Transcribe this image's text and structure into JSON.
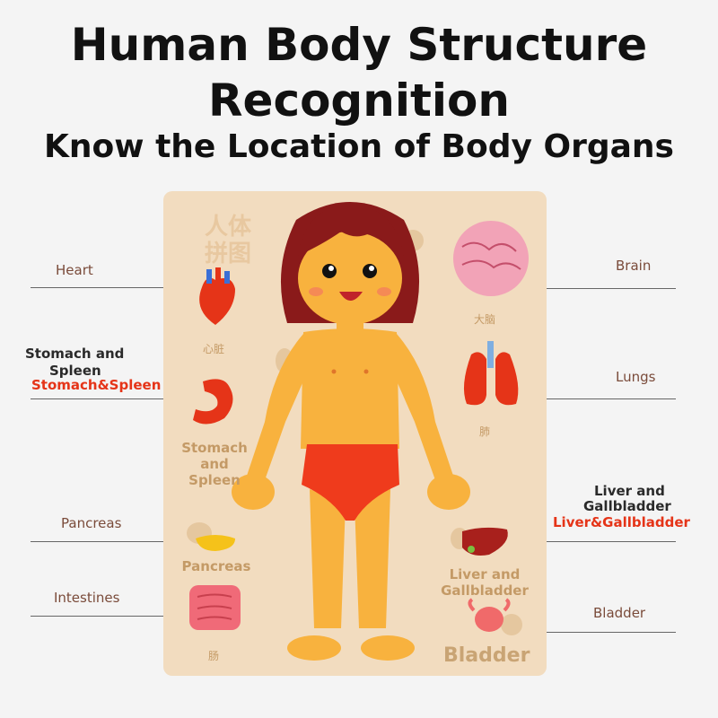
{
  "header": {
    "title_line1": "Human Body Structure",
    "title_line2": "Recognition",
    "subtitle": "Know the Location of Body Organs"
  },
  "board": {
    "logo_cn_1": "人体",
    "logo_cn_2": "拼图",
    "heart_cn": "心脏",
    "brain_cn": "大脑",
    "lungs_cn": "肺",
    "intestines_cn": "肠",
    "stomach_text": "Stomach\nand Spleen",
    "pancreas_text": "Pancreas",
    "liver_text": "Liver and\nGallbladder",
    "bladder_text": "Bladder"
  },
  "labels": {
    "heart": "Heart",
    "stomach_line1": "Stomach and",
    "stomach_line2": "Spleen",
    "stomach_red": "Stomach&Spleen",
    "pancreas": "Pancreas",
    "intestines": "Intestines",
    "brain": "Brain",
    "lungs": "Lungs",
    "liver_line1": "Liver and",
    "liver_line2": "Gallbladder",
    "liver_red": "Liver&Gallbladder",
    "bladder": "Bladder"
  },
  "colors": {
    "skin": "#f8b23e",
    "hair": "#8a1a1a",
    "underwear": "#ef3b1c",
    "board": "#f2dcbf",
    "organ_red": "#e53418"
  }
}
